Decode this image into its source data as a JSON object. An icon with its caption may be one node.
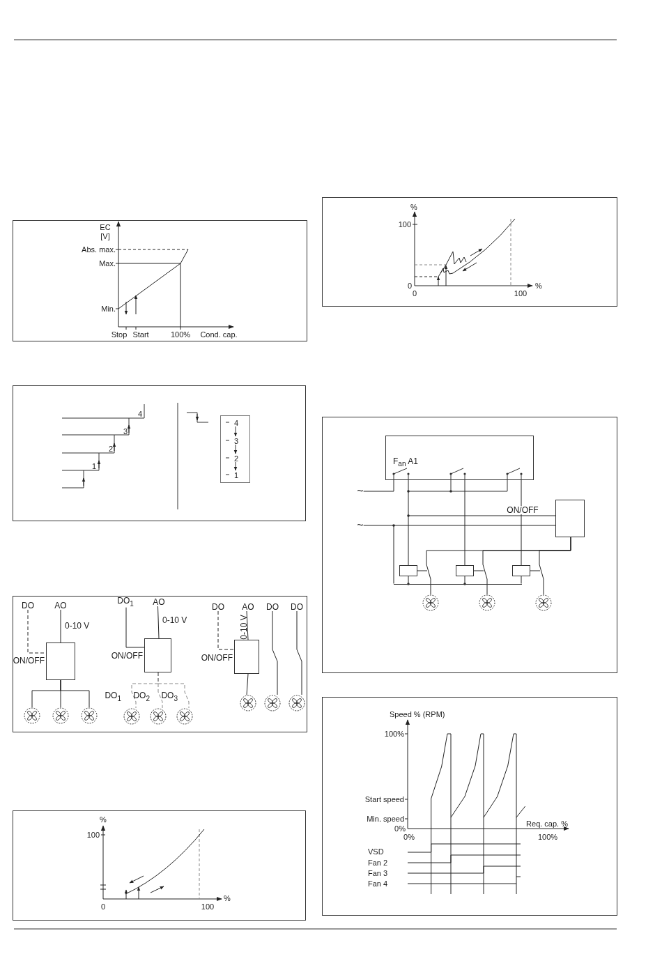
{
  "diagram": {
    "nodes": [
      {
        "text": [
          "4",
          "3",
          "2",
          "1"
        ]
      },
      {
        "text": [
          "DO"
        ]
      },
      {
        "text": [
          "AO"
        ]
      },
      {
        "text": [],
        "shape": "box"
      },
      {
        "text": [],
        "shape": "fan"
      },
      {
        "text": [],
        "shape": "fan"
      },
      {
        "text": [],
        "shape": "fan"
      },
      {
        "text": [
          "DO$_{1}$"
        ]
      },
      {
        "text": [
          "AO"
        ]
      },
      {
        "text": [],
        "shape": "box"
      },
      {
        "text": [],
        "shape": "fan"
      },
      {
        "text": [],
        "shape": "fan"
      },
      {
        "text": [],
        "shape": "fan"
      },
      {
        "text": [
          "DO"
        ]
      },
      {
        "text": [
          "AO"
        ]
      },
      {
        "text": [
          "DO"
        ]
      },
      {
        "text": [
          "DO"
        ]
      },
      {
        "text": [],
        "shape": "box"
      },
      {
        "text": [],
        "shape": "fan"
      },
      {
        "text": [],
        "shape": "fan"
      },
      {
        "text": [],
        "shape": "fan"
      },
      {
        "text": [
          "F$_{an}$ A1"
        ]
      },
      {
        "text": [
          "~"
        ]
      },
      {
        "text": [
          "~"
        ]
      },
      {
        "text": [],
        "shape": "box"
      },
      {
        "text": [],
        "shape": "box"
      },
      {
        "text": [],
        "shape": "box"
      },
      {
        "text": [],
        "shape": "box"
      },
      {
        "text": [],
        "shape": "fan"
      },
      {
        "text": [],
        "shape": "fan"
      },
      {
        "text": [],
        "shape": "fan"
      },
      {
        "text": [],
        "shape": "bar"
      }
    ],
    "edges": [
      {
        "from": 1,
        "to": 3,
        "arrow": "none",
        "style": "dashed"
      },
      {
        "from": 2,
        "to": 3,
        "arrow": "none"
      },
      {
        "from": 3,
        "to": 4,
        "arrow": "none"
      },
      {
        "from": 3,
        "to": 5,
        "arrow": "none"
      },
      {
        "from": 3,
        "to": 6,
        "arrow": "none"
      },
      {
        "from": 7,
        "to": 9,
        "arrow": "none"
      },
      {
        "from": 8,
        "to": 9,
        "arrow": "none"
      },
      {
        "from": 9,
        "to": 10,
        "arrow": "none",
        "style": "dashed",
        "color": "#888888"
      },
      {
        "from": 9,
        "to": 11,
        "arrow": "none",
        "style": "dashed",
        "color": "#888888"
      },
      {
        "from": 9,
        "to": 12,
        "arrow": "none",
        "style": "dashed",
        "color": "#888888"
      },
      {
        "from": 13,
        "to": 17,
        "arrow": "none",
        "style": "dashed"
      },
      {
        "from": 14,
        "to": 17,
        "arrow": "none"
      },
      {
        "from": 17,
        "to": 18,
        "arrow": "none"
      },
      {
        "from": 15,
        "to": 19,
        "arrow": "none"
      },
      {
        "from": 16,
        "to": 20,
        "arrow": "none"
      },
      {
        "from": 22,
        "to": 21,
        "arrow": "none"
      },
      {
        "from": 23,
        "to": 24,
        "arrow": "none"
      },
      {
        "from": null,
        "to": 24,
        "arrow": "none",
        "label": "ON/OFF"
      },
      {
        "from": 21,
        "to": 25,
        "arrow": "none"
      },
      {
        "from": 21,
        "to": 26,
        "arrow": "none"
      },
      {
        "from": 21,
        "to": 27,
        "arrow": "none"
      },
      {
        "from": 24,
        "to": 28,
        "arrow": "none"
      },
      {
        "from": 24,
        "to": 29,
        "arrow": "none"
      },
      {
        "from": 24,
        "to": 30,
        "arrow": "none"
      },
      {
        "from": 25,
        "to": 31,
        "arrow": "none"
      },
      {
        "from": 26,
        "to": 31,
        "arrow": "none"
      },
      {
        "from": 27,
        "to": 31,
        "arrow": "none"
      },
      {
        "from": null,
        "to": 31,
        "arrow": "none"
      },
      {
        "from": 25,
        "to": null,
        "arrow": "none"
      },
      {
        "from": 26,
        "to": null,
        "arrow": "none"
      },
      {
        "from": 27,
        "to": null,
        "arrow": "none"
      }
    ],
    "labels": [
      "EC",
      "[V]",
      "Abs. max.",
      "Max.",
      "Min.",
      "Stop",
      "Start",
      "100%",
      "Cond. cap.",
      "%",
      "100",
      "0",
      "0",
      "100",
      "%",
      "4",
      "3",
      "2",
      "1",
      "0-10 V",
      "ON/OFF",
      "0-10 V",
      "ON/OFF",
      "DO$_{1}$",
      "DO$_{2}$",
      "DO$_{3}$",
      "0-10 V",
      "ON/OFF",
      "Speed % (RPM)",
      "100%",
      "Start speed",
      "Min. speed",
      "0%",
      "Req. cap. %",
      "0%",
      "100%",
      "VSD",
      "Fan 2",
      "Fan 3",
      "Fan 4",
      "%",
      "100",
      "0",
      "100",
      "%"
    ]
  }
}
